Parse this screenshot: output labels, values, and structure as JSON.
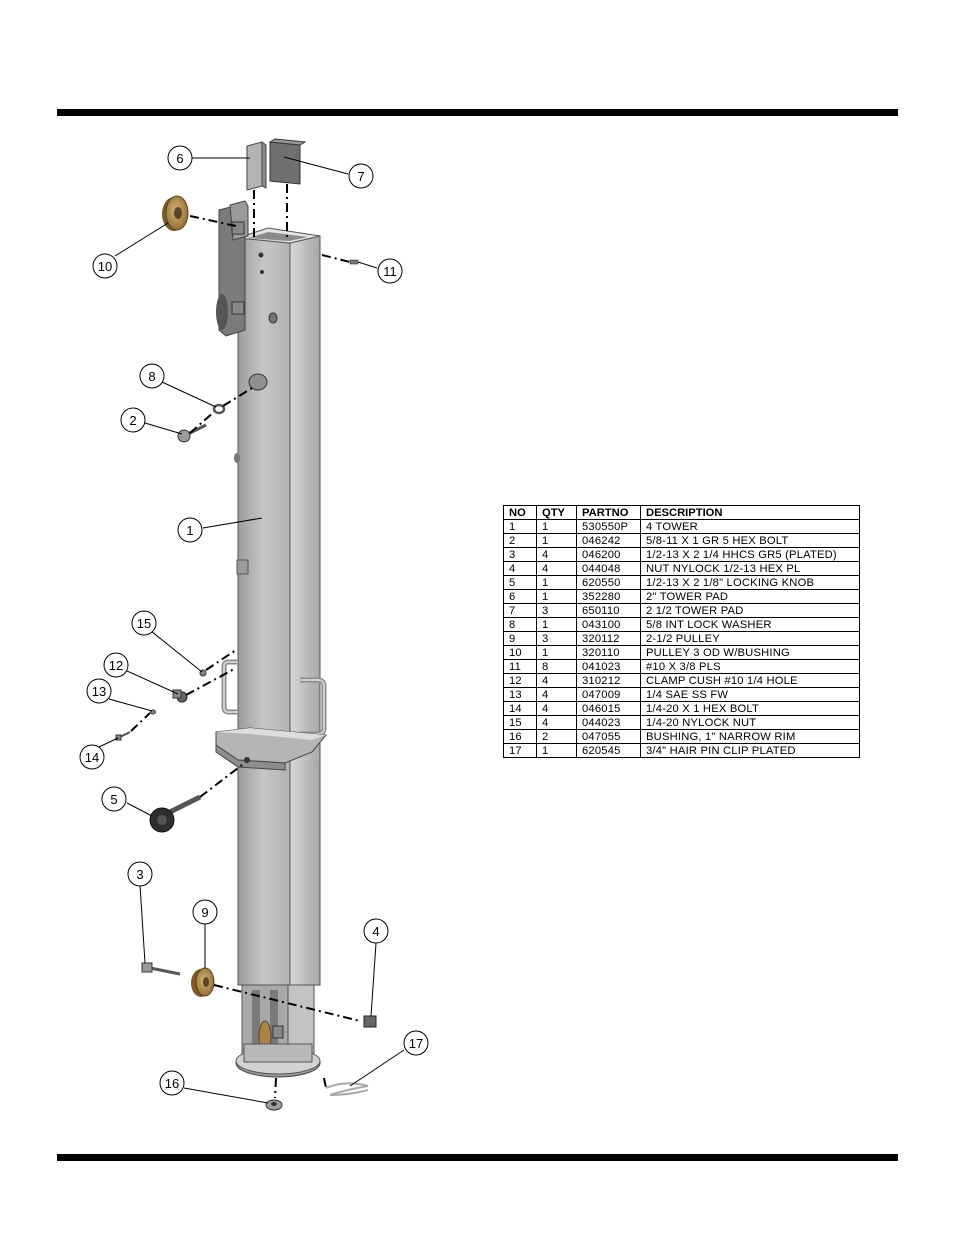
{
  "parts_table": {
    "headers": [
      "NO",
      "QTY",
      "PARTNO",
      "DESCRIPTION"
    ],
    "rows": [
      [
        "1",
        "1",
        "530550P",
        "4 TOWER"
      ],
      [
        "2",
        "1",
        "046242",
        "5/8-11 X 1 GR 5 HEX BOLT"
      ],
      [
        "3",
        "4",
        "046200",
        "1/2-13 X 2 1/4 HHCS GR5 (PLATED)"
      ],
      [
        "4",
        "4",
        "044048",
        "NUT NYLOCK 1/2-13 HEX PL"
      ],
      [
        "5",
        "1",
        "620550",
        "1/2-13 X 2 1/8\" LOCKING KNOB"
      ],
      [
        "6",
        "1",
        "352280",
        "2\" TOWER PAD"
      ],
      [
        "7",
        "3",
        "650110",
        "2 1/2 TOWER PAD"
      ],
      [
        "8",
        "1",
        "043100",
        "5/8 INT LOCK WASHER"
      ],
      [
        "9",
        "3",
        "320112",
        "2-1/2 PULLEY"
      ],
      [
        "10",
        "1",
        "320110",
        "PULLEY 3 OD W/BUSHING"
      ],
      [
        "11",
        "8",
        "041023",
        "#10 X 3/8 PLS"
      ],
      [
        "12",
        "4",
        "310212",
        "CLAMP CUSH #10 1/4 HOLE"
      ],
      [
        "13",
        "4",
        "047009",
        "1/4 SAE SS FW"
      ],
      [
        "14",
        "4",
        "046015",
        "1/4-20 X 1 HEX BOLT"
      ],
      [
        "15",
        "4",
        "044023",
        "1/4-20 NYLOCK NUT"
      ],
      [
        "16",
        "2",
        "047055",
        "BUSHING, 1\" NARROW RIM"
      ],
      [
        "17",
        "1",
        "620545",
        "3/4\" HAIR PIN CLIP PLATED"
      ]
    ]
  },
  "callouts": [
    "6",
    "7",
    "10",
    "11",
    "8",
    "2",
    "1",
    "15",
    "12",
    "13",
    "14",
    "5",
    "3",
    "9",
    "4",
    "17",
    "16"
  ],
  "colors": {
    "steel_light": "#c9c9c9",
    "steel_mid": "#a8a8a8",
    "steel_dark": "#6e6e6e",
    "pulley_bronze": "#a9844a",
    "rule": "#000000"
  }
}
